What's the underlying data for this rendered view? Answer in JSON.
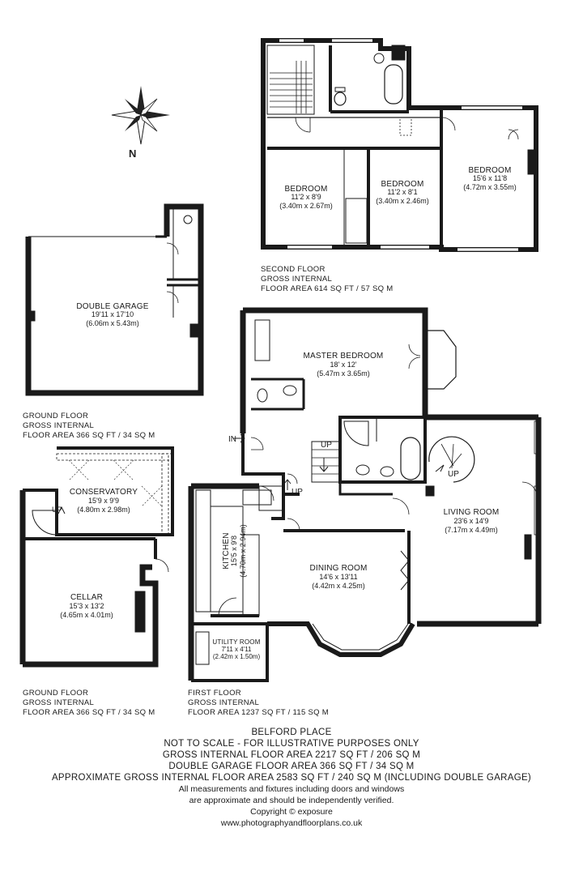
{
  "compass": {
    "letter": "N",
    "icon": "compass-rose-icon"
  },
  "rooms": {
    "bedroom_a": {
      "name": "BEDROOM",
      "dim_imperial": "11'2 x 8'9",
      "dim_metric": "(3.40m x 2.67m)"
    },
    "bedroom_b": {
      "name": "BEDROOM",
      "dim_imperial": "11'2 x 8'1",
      "dim_metric": "(3.40m x 2.46m)"
    },
    "bedroom_c": {
      "name": "BEDROOM",
      "dim_imperial": "15'6 x 11'8",
      "dim_metric": "(4.72m x 3.55m)"
    },
    "double_garage": {
      "name": "DOUBLE GARAGE",
      "dim_imperial": "19'11 x 17'10",
      "dim_metric": "(6.06m x 5.43m)"
    },
    "master_bedroom": {
      "name": "MASTER BEDROOM",
      "dim_imperial": "18' x 12'",
      "dim_metric": "(5.47m x 3.65m)"
    },
    "conservatory": {
      "name": "CONSERVATORY",
      "dim_imperial": "15'9 x 9'9",
      "dim_metric": "(4.80m x 2.98m)"
    },
    "living_room": {
      "name": "LIVING ROOM",
      "dim_imperial": "23'6 x 14'9",
      "dim_metric": "(7.17m x 4.49m)"
    },
    "kitchen": {
      "name": "KITCHEN",
      "dim_imperial": "15'5 x 9'8",
      "dim_metric": "(4.70m x 2.94m)"
    },
    "dining_room": {
      "name": "DINING ROOM",
      "dim_imperial": "14'6 x 13'11",
      "dim_metric": "(4.42m x 4.25m)"
    },
    "cellar": {
      "name": "CELLAR",
      "dim_imperial": "15'3 x 13'2",
      "dim_metric": "(4.65m x 4.01m)"
    },
    "utility_room": {
      "name": "UTILITY ROOM",
      "dim_imperial": "7'11 x 4'11",
      "dim_metric": "(2.42m x 1.50m)"
    }
  },
  "markers": {
    "in": "IN",
    "up": "UP"
  },
  "floor_captions": {
    "second_floor": [
      "SECOND FLOOR",
      "GROSS INTERNAL",
      "FLOOR AREA 614 SQ FT / 57 SQ M"
    ],
    "ground_floor_garage": [
      "GROUND FLOOR",
      "GROSS INTERNAL",
      "FLOOR AREA 366 SQ FT / 34 SQ M"
    ],
    "ground_floor_cellar": [
      "GROUND FLOOR",
      "GROSS INTERNAL",
      "FLOOR AREA 366 SQ FT / 34 SQ M"
    ],
    "first_floor": [
      "FIRST FLOOR",
      "GROSS INTERNAL",
      "FLOOR AREA 1237 SQ FT / 115 SQ M"
    ]
  },
  "footer": {
    "title": "BELFORD PLACE",
    "not_to_scale": "NOT TO SCALE - FOR ILLUSTRATIVE PURPOSES ONLY",
    "gross_internal": "GROSS INTERNAL FLOOR AREA 2217 SQ FT / 206 SQ M",
    "double_garage": "DOUBLE GARAGE FLOOR AREA 366 SQ FT / 34 SQ M",
    "approx_total": "APPROXIMATE GROSS INTERNAL FLOOR AREA 2583 SQ FT / 240 SQ M (INCLUDING DOUBLE GARAGE)",
    "disclaimer_1": "All measurements and fixtures including doors and windows",
    "disclaimer_2": "are approximate and should be independently verified.",
    "copyright": "Copyright © exposure",
    "website": "www.photographyandfloorplans.co.uk"
  }
}
